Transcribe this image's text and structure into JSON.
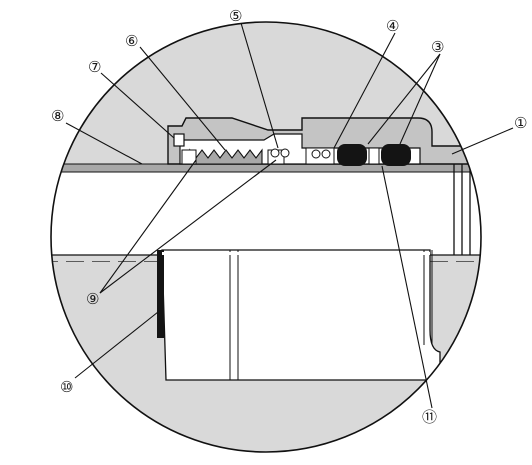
{
  "colors": {
    "background": "#ffffff",
    "fill_light": "#d9d9d9",
    "fill_mid": "#c4c4c4",
    "fill_dark": "#a8a8a8",
    "stroke": "#111111",
    "seal_black": "#141414"
  },
  "labels": {
    "l1": "①",
    "l3": "③",
    "l4": "④",
    "l5": "⑤",
    "l6": "⑥",
    "l7": "⑦",
    "l8": "⑧",
    "l9": "⑨",
    "l10": "⑩",
    "l11": "⑪"
  }
}
